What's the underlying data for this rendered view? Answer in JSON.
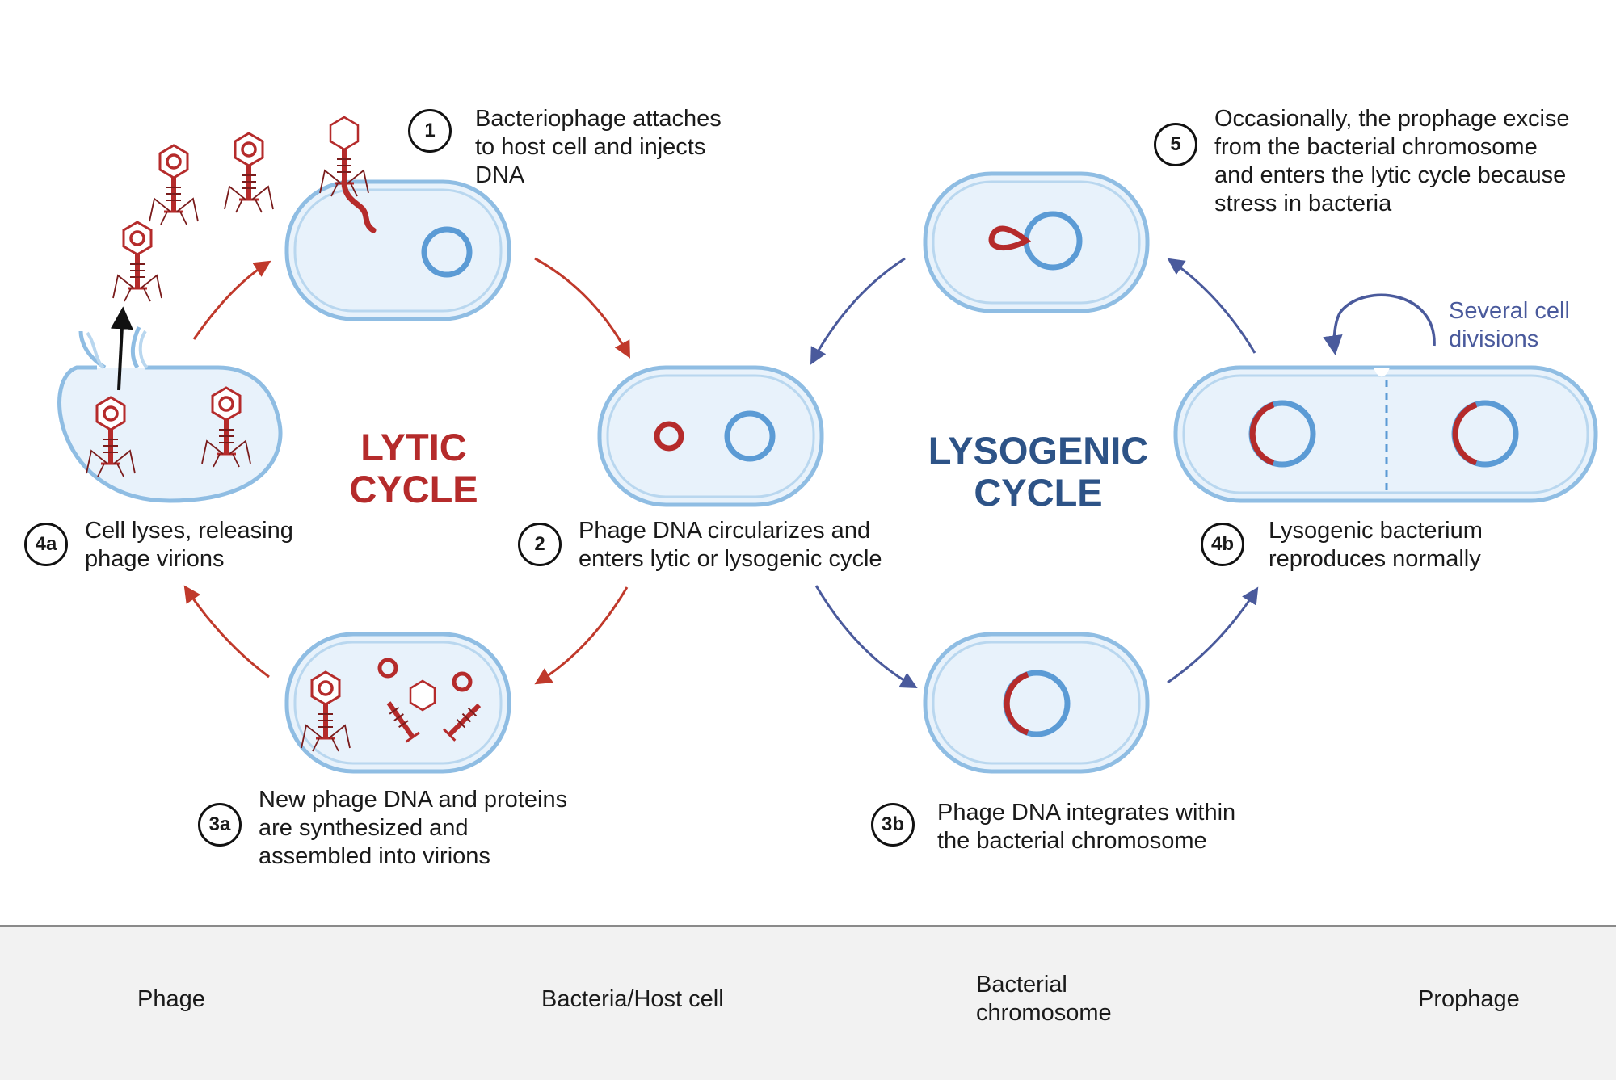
{
  "steps": {
    "s1": {
      "num": "1",
      "text": "Bacteriophage attaches\nto host cell and injects\nDNA"
    },
    "s2": {
      "num": "2",
      "text": "Phage DNA circularizes and\nenters lytic or lysogenic cycle"
    },
    "s3a": {
      "num": "3a",
      "text": "New phage DNA and proteins\nare synthesized and\nassembled into virions"
    },
    "s3b": {
      "num": "3b",
      "text": "Phage DNA integrates within\nthe bacterial chromosome"
    },
    "s4a": {
      "num": "4a",
      "text": "Cell lyses, releasing\nphage virions"
    },
    "s4b": {
      "num": "4b",
      "text": "Lysogenic bacterium\nreproduces normally"
    },
    "s5": {
      "num": "5",
      "text": "Occasionally, the prophage excise\nfrom the bacterial chromosome\nand enters the lytic cycle because\nstress in bacteria"
    }
  },
  "cycles": {
    "lytic": "LYTIC\nCYCLE",
    "lysogenic": "LYSOGENIC\nCYCLE"
  },
  "divisions_note": "Several cell\ndivisions",
  "legend": {
    "phage": "Phage",
    "host": "Bacteria/Host cell",
    "chromosome": "Bacterial\nchromosome",
    "prophage": "Prophage"
  },
  "colors": {
    "lytic": "#b52b2b",
    "lysogenic": "#2d5387",
    "arrow_lytic": "#c0392b",
    "arrow_lysogenic": "#4a5a9c",
    "chromosome": "#5b9bd5",
    "cell_fill": "#e8f2fb",
    "cell_stroke": "#8fbde3",
    "phage_dna": "#b52b2b",
    "note": "#4a5a9c"
  },
  "icons": [
    "phage-icon",
    "host-cell-icon",
    "chromosome-icon",
    "prophage-icon",
    "arrow-icon"
  ]
}
